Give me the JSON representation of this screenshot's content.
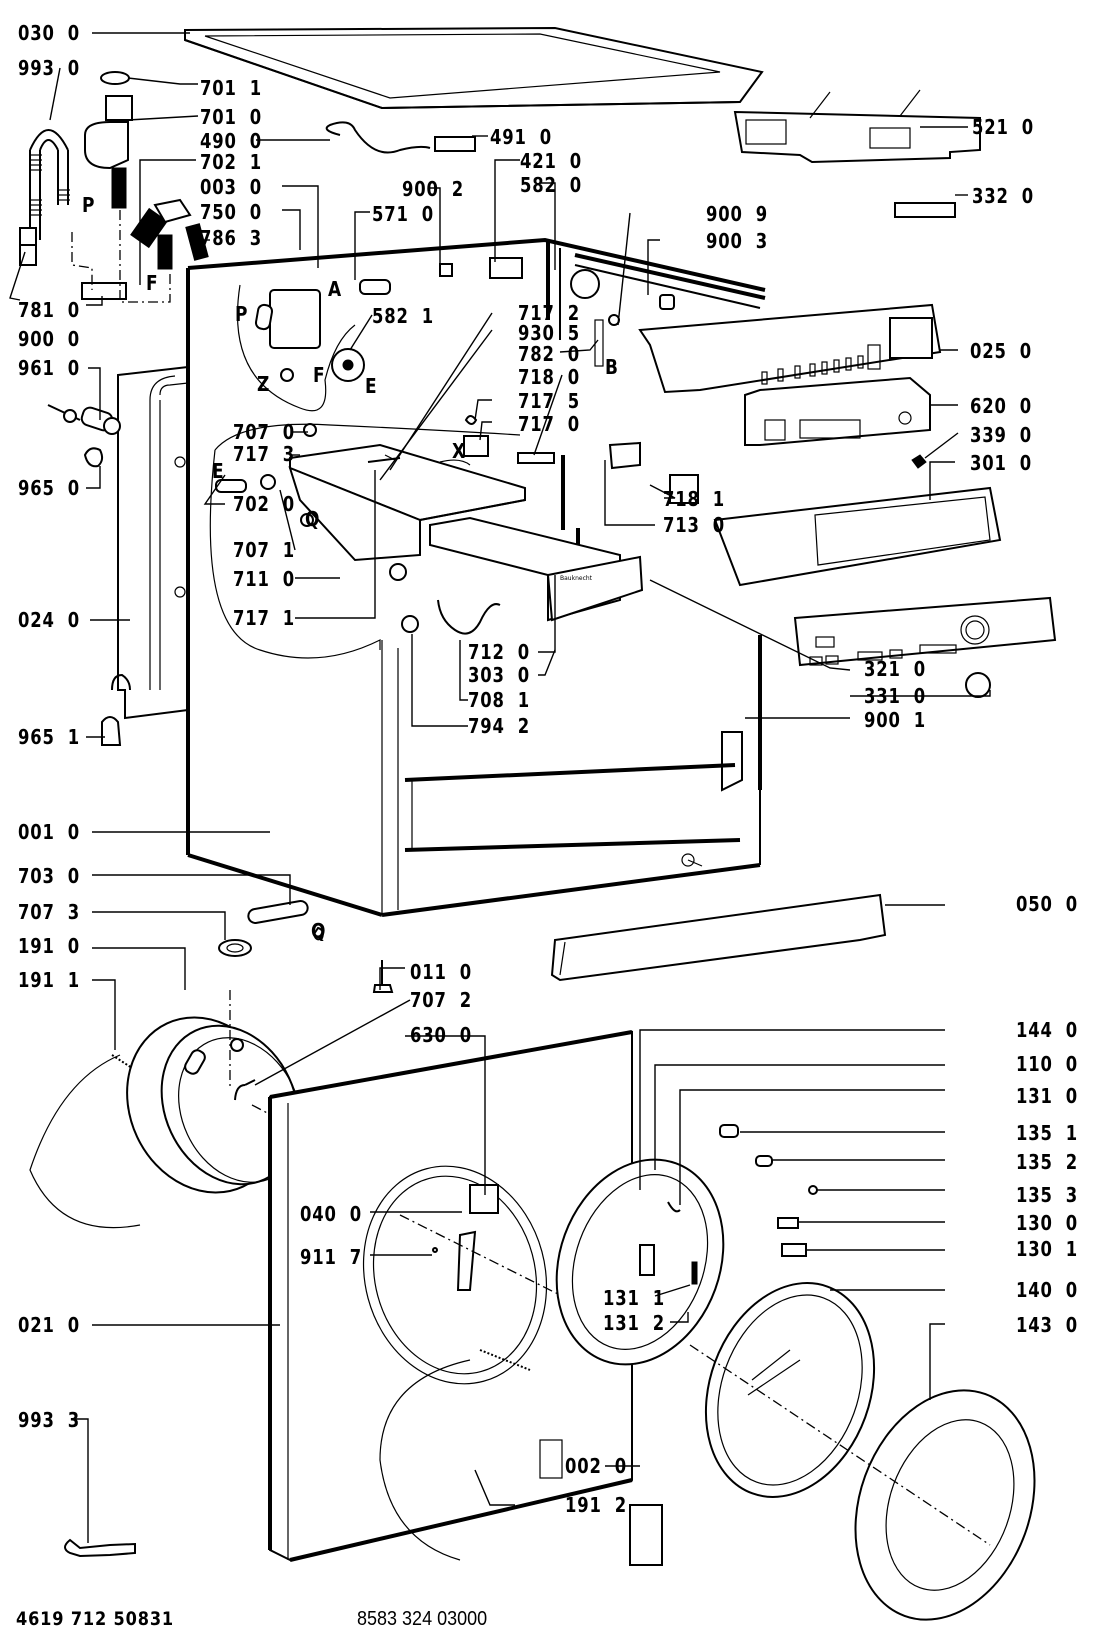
{
  "diagram": {
    "title": "Washing machine exploded parts view",
    "footer": {
      "service_code": "4619 712 50831",
      "model_ref": "8583 324 03000"
    },
    "letter_markers": {
      "P1": "P",
      "F1": "F",
      "P2": "P",
      "A": "A",
      "Z": "Z",
      "F2": "F",
      "E1": "E",
      "B": "B",
      "X": "X",
      "E2": "E",
      "Q1": "Q",
      "Q2": "Q"
    },
    "labels": {
      "l0300": "030  0",
      "l9930": "993  0",
      "l7011": "701  1",
      "l7010": "701  0",
      "l4900": "490  0",
      "l7021": "702  1",
      "l0030": "003  0",
      "l7500": "750  0",
      "l7863": "786  3",
      "l4910": "491  0",
      "l4210": "421  0",
      "l5820": "582  0",
      "l9002": "900  2",
      "l5710": "571  0",
      "l5210": "521  0",
      "l3320": "332  0",
      "l9009": "900  9",
      "l9003": "900  3",
      "l7810": "781  0",
      "l9000": "900  0",
      "l5821": "582  1",
      "l7172": "717  2",
      "l9305": "930  5",
      "l7820": "782  0",
      "l7180": "718  0",
      "l7175": "717  5",
      "l7170": "717  0",
      "l0250": "025  0",
      "l6200": "620  0",
      "l3390": "339  0",
      "l3010": "301  0",
      "l9610": "961  0",
      "l9650": "965  0",
      "l7070": "707  0",
      "l7173": "717  3",
      "l7020": "702  0",
      "l7071": "707  1",
      "l7110": "711  0",
      "l7171": "717  1",
      "l7181": "718  1",
      "l7130": "713  0",
      "l0240": "024  0",
      "l7120": "712  0",
      "l3030": "303  0",
      "l7081": "708  1",
      "l7942": "794  2",
      "l3210": "321  0",
      "l3310": "331  0",
      "l9001": "900  1",
      "l9651": "965  1",
      "l0010": "001  0",
      "l7030": "703  0",
      "l7073": "707  3",
      "l1910": "191  0",
      "l1911": "191  1",
      "l0110": "011  0",
      "l7072": "707  2",
      "l6300": "630  0",
      "l0500": "050  0",
      "l1440": "144  0",
      "l1100": "110  0",
      "l1310": "131  0",
      "l1351": "135  1",
      "l1352": "135  2",
      "l1353": "135  3",
      "l1300": "130  0",
      "l1301": "130  1",
      "l0400": "040  0",
      "l9117": "911  7",
      "l1311": "131  1",
      "l1312": "131  2",
      "l1400": "140  0",
      "l1430": "143  0",
      "l0210": "021  0",
      "l9933": "993  3",
      "l0020": "002  0",
      "l1912": "191  2"
    }
  }
}
